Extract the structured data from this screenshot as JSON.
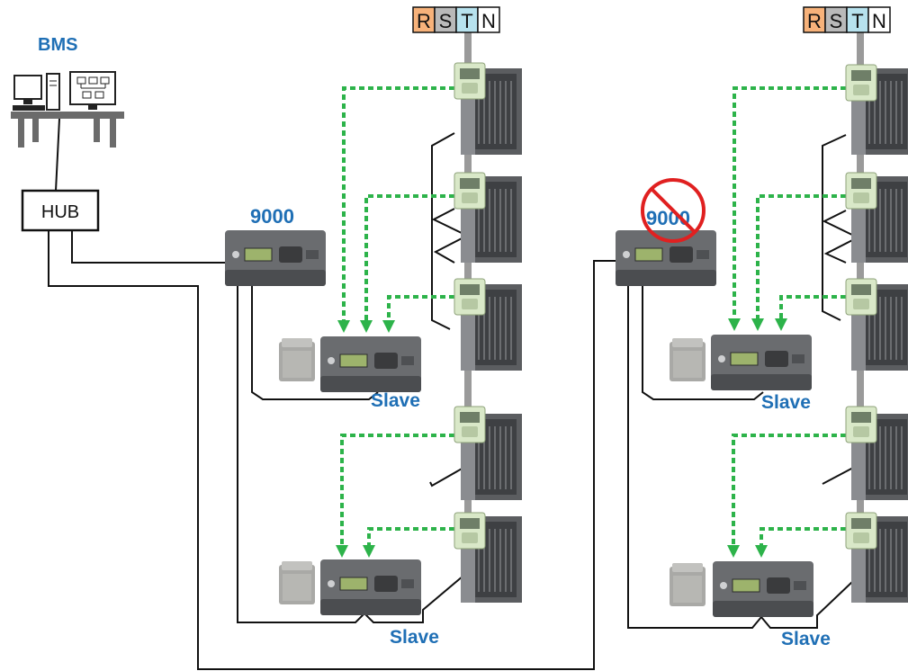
{
  "labels": {
    "bms": "BMS",
    "hub": "HUB",
    "master_left": "9000",
    "master_right": "9000",
    "slave_left_top": "Slave",
    "slave_left_bottom": "Slave",
    "slave_right_top": "Slave",
    "slave_right_bottom": "Slave"
  },
  "power_phases": [
    "R",
    "S",
    "T",
    "N"
  ],
  "colors": {
    "label_blue": "#1f6fb5",
    "signal_green": "#2db34a",
    "wire": "#111111",
    "phase_R": "#f7b27a",
    "phase_S": "#b9b9b9",
    "phase_T": "#b7e2ee",
    "phase_N": "#ffffff",
    "prohibited": "#e02020"
  },
  "icons": {
    "prohibited": "no-sign-icon",
    "computer": "desktop-computer-icon",
    "network": "network-diagram-icon"
  }
}
